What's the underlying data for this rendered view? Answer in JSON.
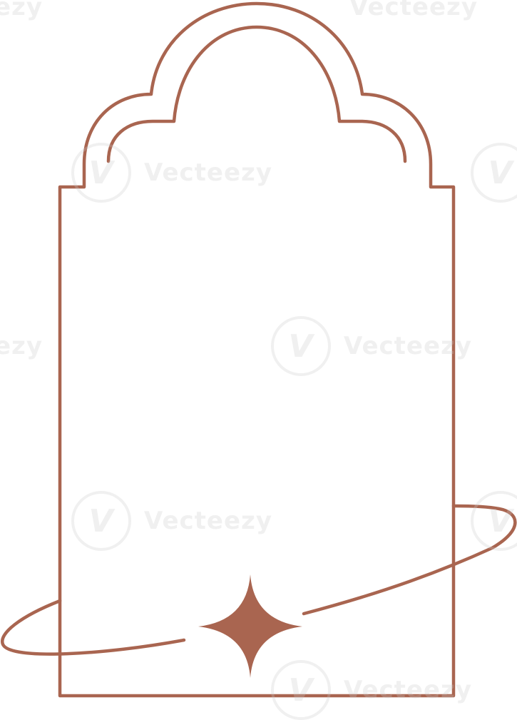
{
  "artwork": {
    "subject": "arch-frame-with-orbit-and-sparkle",
    "stroke_color": "#a96550",
    "fill_color": "#a96550",
    "background_color": "#ffffff"
  },
  "watermark": {
    "text": "Vecteezy",
    "logo_glyph": "V"
  }
}
